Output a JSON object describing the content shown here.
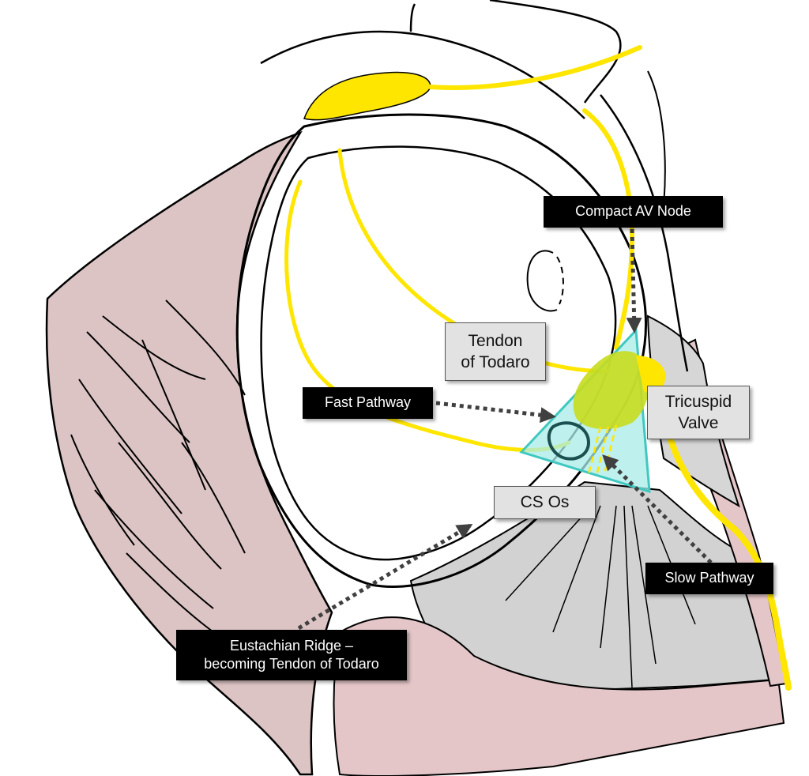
{
  "colors": {
    "conduction_yellow": "#ffe600",
    "node_green": "#c8dc1e",
    "koch_triangle_cyan": "#40c8c0",
    "myocardium_pink": "#dcc4c4",
    "septum_gray": "#d2d2d2",
    "outline": "#000000"
  },
  "labels": {
    "compact_av_node": "Compact AV Node",
    "tendon_of_todaro": "Tendon\nof Todaro",
    "fast_pathway": "Fast Pathway",
    "tricuspid_valve": "Tricuspid\nValve",
    "cs_os": "CS Os",
    "slow_pathway": "Slow Pathway",
    "eustachian_ridge": "Eustachian Ridge –\nbecoming Tendon of Todaro"
  }
}
